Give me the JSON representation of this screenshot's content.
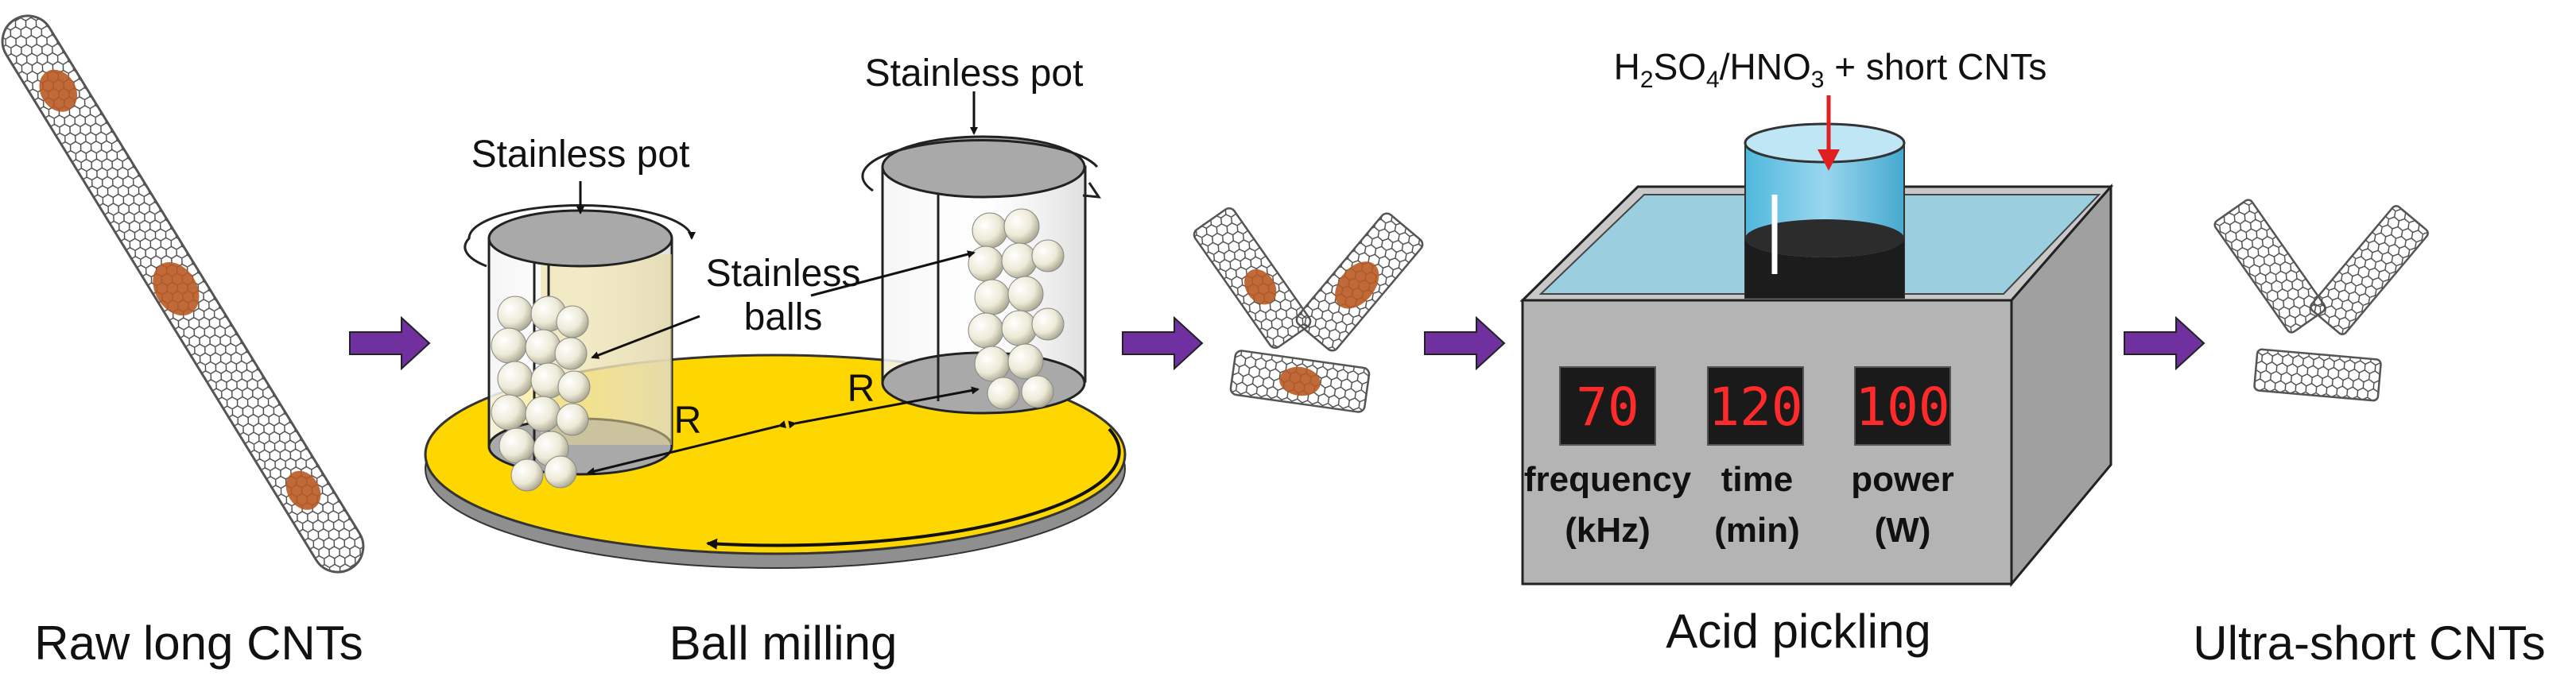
{
  "stages": {
    "raw": "Raw long CNTs",
    "ball_milling": "Ball milling",
    "acid_pickling": "Acid pickling",
    "ultra_short": "Ultra-short CNTs"
  },
  "ball_mill": {
    "pot_left": "Stainless pot",
    "pot_right": "Stainless pot",
    "balls_line1": "Stainless",
    "balls_line2": "balls",
    "radius_left": "R",
    "radius_right": "R"
  },
  "acid": {
    "reagent": {
      "h": "H",
      "two": "2",
      "so": "SO",
      "four": "4",
      "slash_hno": "/HNO",
      "three": "3",
      "tail": " + short CNTs"
    },
    "displays": [
      {
        "value": "70",
        "label": "frequency",
        "unit": "(kHz)"
      },
      {
        "value": "120",
        "label": "time",
        "unit": "(min)"
      },
      {
        "value": "100",
        "label": "power",
        "unit": "(W)"
      }
    ]
  },
  "colors": {
    "arrow": "#7030a0",
    "disc": "#ffd700",
    "defect": "#b85a22",
    "liquid": "#8fd1e8",
    "display": "#1a1a1a",
    "digit": "#ff2a2a",
    "red_arrow": "#e02020"
  }
}
